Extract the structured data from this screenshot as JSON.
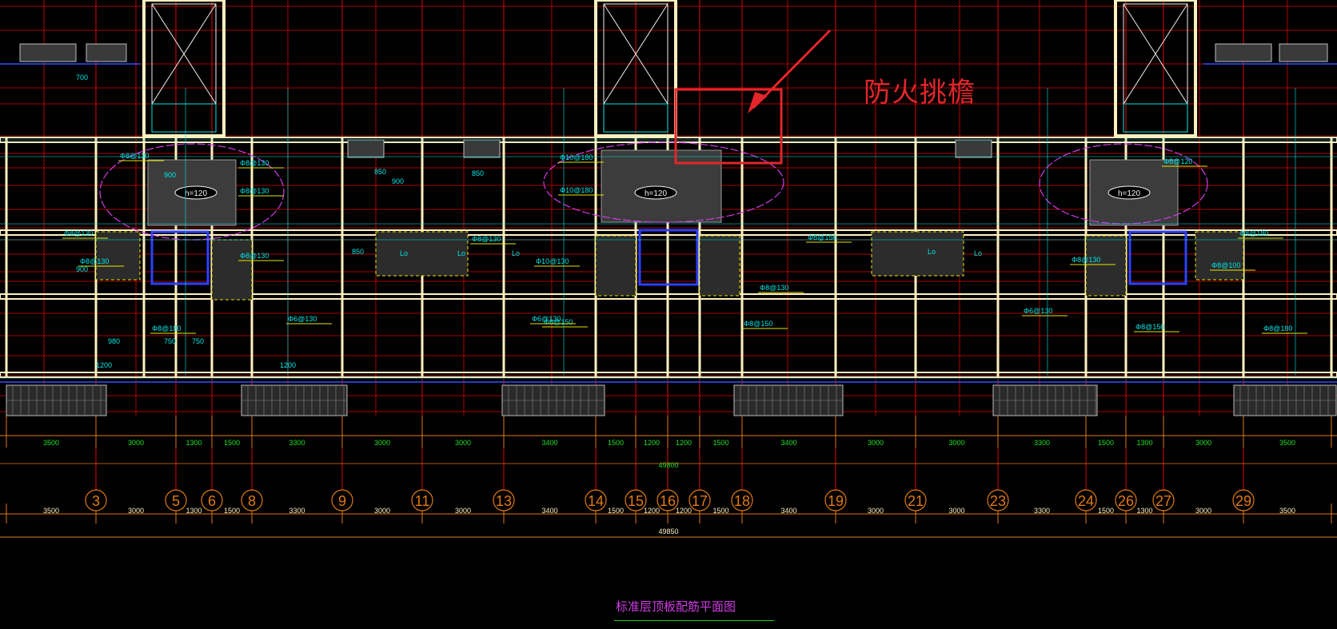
{
  "annotation": {
    "label": "防火挑檐"
  },
  "drawing_title": "标准层顶板配筋平面图",
  "colors": {
    "background": "#000000",
    "axis_red": "#e00000",
    "dim_orange": "#e07a14",
    "wall_cream": "#fff0c0",
    "rebar_yellow": "#e6e600",
    "text_cyan": "#00e6e6",
    "text_green": "#22e022",
    "cloud_magenta": "#d23ce6",
    "annot_red": "#e3262a"
  },
  "axes": {
    "labels": [
      "3",
      "5",
      "6",
      "8",
      "9",
      "11",
      "13",
      "14",
      "15",
      "16",
      "17",
      "18",
      "19",
      "21",
      "23",
      "24",
      "26",
      "27",
      "29"
    ]
  },
  "dims_row1": [
    "3500",
    "3000",
    "1300",
    "1500",
    "3300",
    "3000",
    "3000",
    "3400",
    "1500",
    "1200",
    "1200",
    "1500",
    "3400",
    "3000",
    "3000",
    "3300",
    "1500",
    "1300",
    "3000",
    "3500"
  ],
  "dims_row2": [
    "3500",
    "3000",
    "1300",
    "1500",
    "3300",
    "3000",
    "3000",
    "3400",
    "1500",
    "1200",
    "1200",
    "1500",
    "3400",
    "3000",
    "3000",
    "3300",
    "1500",
    "1300",
    "3000",
    "3500"
  ],
  "dim_total_1": "49800",
  "dim_total_2": "49850",
  "rebar_labels": [
    "Φ8@120",
    "Φ8@130",
    "Φ8@130",
    "Φ8@130",
    "Φ8@130",
    "Φ10@180",
    "Φ10@180",
    "Φ8@150",
    "Φ8@180",
    "Φ8@180",
    "Φ6@130",
    "Φ6@130",
    "Φ6@130",
    "Φ8@150",
    "Φ8@150",
    "Φ8@130",
    "Φ8@130",
    "Φ10@130",
    "Φ8@100",
    "Φ8@180",
    "Φ8@130",
    "Φ8@150",
    "Φ8@120",
    "Φ8@130"
  ],
  "slab_thickness": [
    "h=120",
    "h=120",
    "h=120"
  ],
  "small_dims": [
    "900",
    "900",
    "850",
    "750",
    "750",
    "980",
    "1200",
    "1200",
    "700",
    "900",
    "850",
    "850",
    "Lo",
    "Lo",
    "Lo",
    "Lo",
    "Lo"
  ]
}
